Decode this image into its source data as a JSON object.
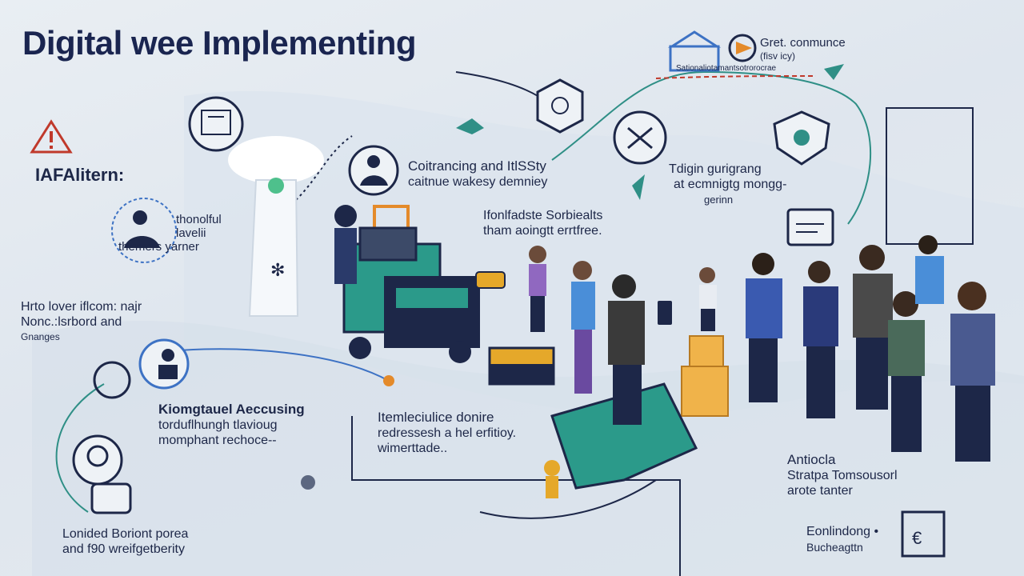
{
  "title": "Digital  wee Implementing",
  "header_note": {
    "line1": "Gret. conmunce",
    "line2": "(fisv icy)",
    "line3": "Sationaliotamantsotrorocrae"
  },
  "labels": {
    "left_heading": "IAFAlitern:",
    "left_sub": [
      "thonolful",
      "lavelii",
      "themers yarner"
    ],
    "left_mid": [
      "Hrto lover iflcom: najr",
      "Nonc.:lsrbord and",
      "Gnanges"
    ],
    "left_accent": "Kiomgtauel Aeccusing",
    "left_accent_body": [
      "torduflhungh tlavioug",
      "momphant rechoce--"
    ],
    "left_bottom": [
      "Lonided Boriont porea",
      "and f90 wreifgetberity"
    ],
    "center_top": "Coitrancing and ItlSSty",
    "center_top_body": "caitnue wakesy demniey",
    "center_mid": [
      "Ifonlfadste Sorbiealts",
      "tham aoingtt errtfree."
    ],
    "center_low": "Itemleciulice donire",
    "center_low_body": [
      "redressesh a hel erfitioy.",
      "wimerttade.."
    ],
    "right_top": [
      "Tdigin gurigrang",
      "at ecmnigtg mongg-",
      "gerinn"
    ],
    "right_bottom": "Antiocla",
    "right_bottom_body": [
      "Stratpa Tomsousorl",
      "arote tanter"
    ],
    "right_corner": "Eonlindong •",
    "right_corner_body": "Bucheagttn"
  },
  "colors": {
    "navy": "#1d2748",
    "teal": "#2f8f86",
    "orange": "#e48a2a",
    "blue": "#3d72c4",
    "red": "#c0392b"
  },
  "icons": [
    "warning-icon",
    "workspace-icon",
    "worker-icon",
    "person-icon",
    "badge-icon",
    "tool-icon",
    "shield-icon",
    "network-icon",
    "home-icon",
    "flag-icon",
    "monitor-icon",
    "tablet-icon",
    "robot-icon",
    "box-icon",
    "machine-icon",
    "bulb-icon"
  ]
}
